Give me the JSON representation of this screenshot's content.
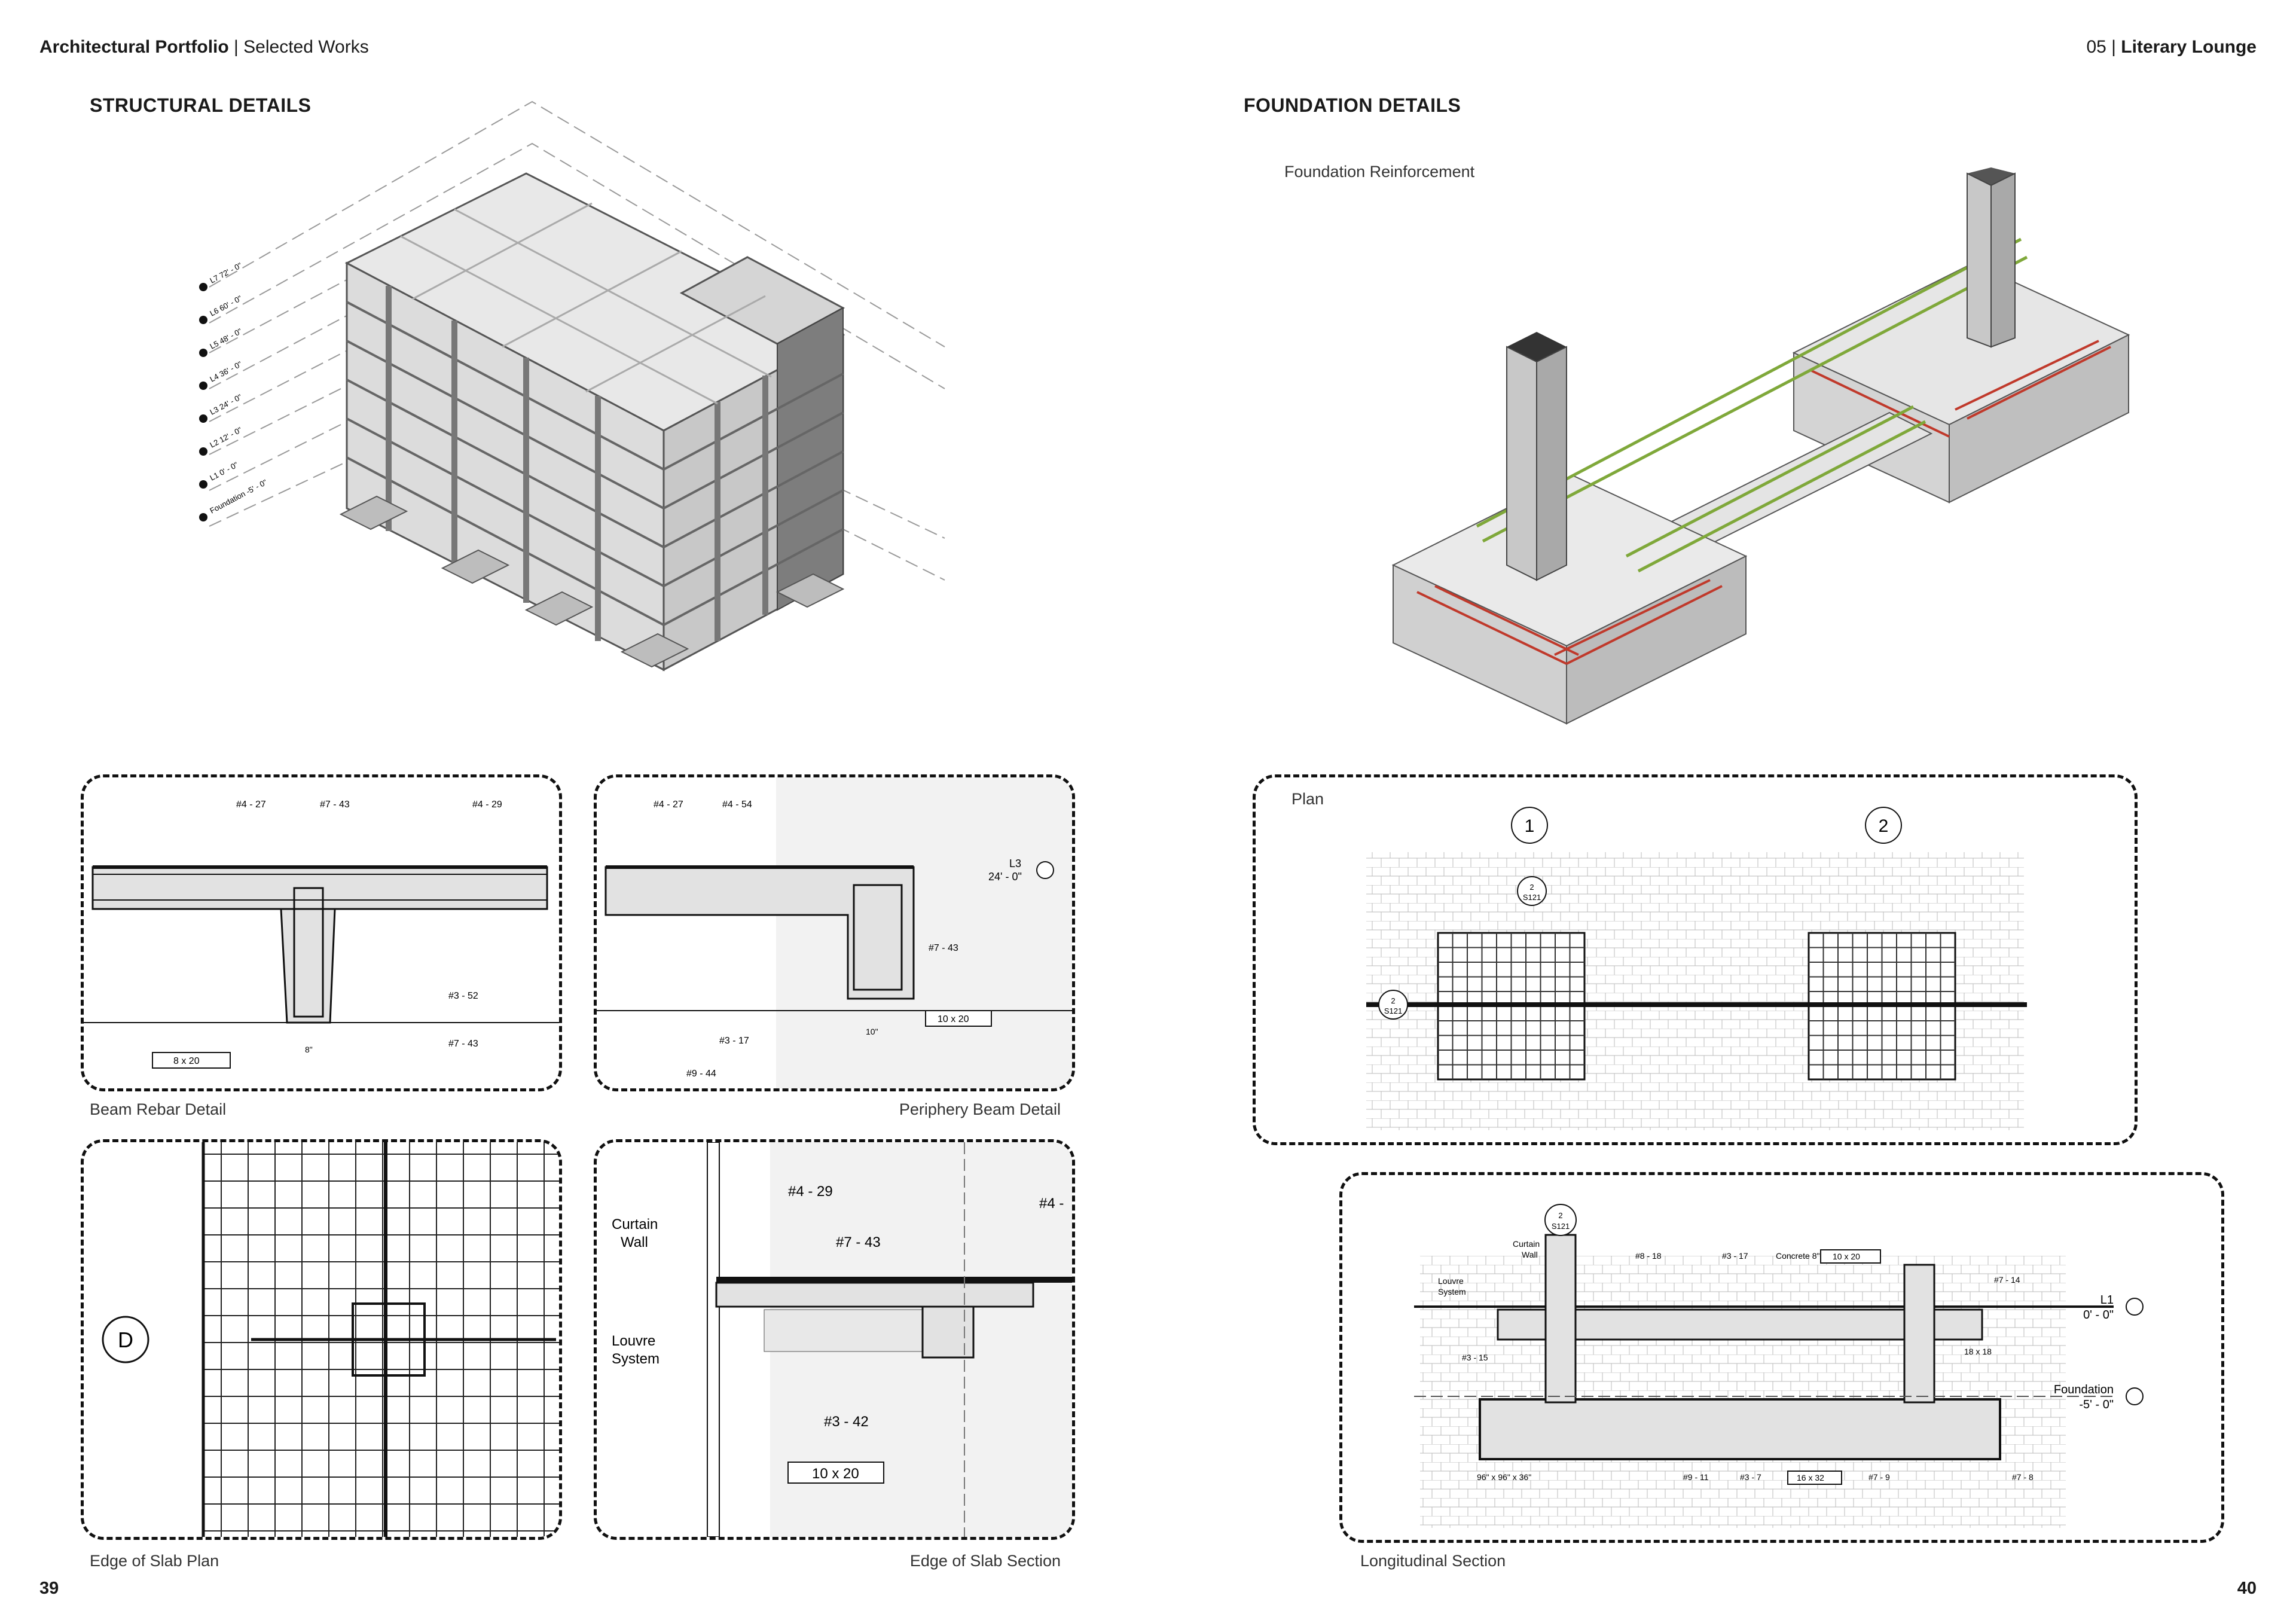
{
  "header": {
    "left_bold": "Architectural Portfolio",
    "left_sep": " | ",
    "left_rest": "Selected Works",
    "right_num": "05",
    "right_sep": " | ",
    "right_bold": "Literary Lounge"
  },
  "left_section": {
    "title": "STRUCTURAL DETAILS",
    "levels": [
      {
        "name": "L7",
        "elev": "72' - 0\""
      },
      {
        "name": "L6",
        "elev": "60' - 0\""
      },
      {
        "name": "L5",
        "elev": "48' - 0\""
      },
      {
        "name": "L4",
        "elev": "36' - 0\""
      },
      {
        "name": "L3",
        "elev": "24' - 0\""
      },
      {
        "name": "L2",
        "elev": "12' - 0\""
      },
      {
        "name": "L1",
        "elev": "0' - 0\""
      },
      {
        "name": "Foundation",
        "elev": "-5' - 0\""
      }
    ],
    "details": {
      "beam_rebar": {
        "caption": "Beam Rebar Detail",
        "labels": [
          "#4 - 27",
          "#7 - 43",
          "#4 - 29",
          "#3 - 52",
          "#7 - 43",
          "8 x 20",
          "8\""
        ]
      },
      "periphery_beam": {
        "caption": "Periphery Beam Detail",
        "labels": [
          "#4 - 27",
          "#4 - 54",
          "L3",
          "24' - 0\"",
          "#7 - 43",
          "10 x 20",
          "#3 - 17",
          "#9 - 44",
          "10\""
        ]
      },
      "edge_slab_plan": {
        "caption": "Edge of Slab Plan",
        "grid_tag": "D"
      },
      "edge_slab_section": {
        "caption": "Edge of Slab Section",
        "labels": [
          "#4 - 29",
          "#4 -",
          "Curtain",
          "Wall",
          "#7 - 43",
          "Louvre",
          "System",
          "#3 - 42",
          "10 x 20"
        ]
      }
    },
    "page_number": "39"
  },
  "right_section": {
    "title": "FOUNDATION DETAILS",
    "render_caption": "Foundation Reinforcement",
    "plan": {
      "caption": "Plan",
      "grid_tags": [
        "1",
        "2"
      ],
      "callout_a": "2",
      "callout_a_ref": "S121",
      "callout_b": "2",
      "callout_b_ref": "S121"
    },
    "longitudinal": {
      "caption": "Longitudinal Section",
      "labels": [
        "#8 - 18",
        "#3 - 17",
        "Concrete 8\"",
        "10 x 20",
        "#7 - 14",
        "Curtain",
        "Wall",
        "Louvre",
        "System",
        "#3 - 15",
        "18 x 18",
        "96\" x 96\" x 36\"",
        "#9 - 11",
        "#3 - 7",
        "16 x 32",
        "#7 - 9",
        "#7 - 8"
      ],
      "levels": [
        {
          "name": "L1",
          "elev": "0' - 0\""
        },
        {
          "name": "Foundation",
          "elev": "-5' - 0\""
        }
      ],
      "callout": "2",
      "callout_ref": "S121"
    },
    "page_number": "40"
  },
  "colors": {
    "ink": "#1a1a1a",
    "rebar_red": "#c0392b",
    "rebar_green": "#7fa83a",
    "concrete": "#cfcfcf"
  }
}
